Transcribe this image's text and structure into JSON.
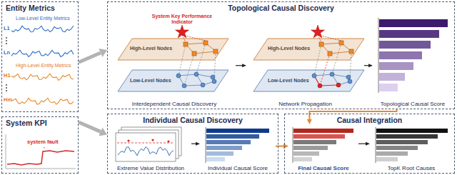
{
  "diagram": {
    "nodes": [
      {
        "text": [
          "Entity Metrics"
        ]
      },
      {
        "text": [
          "System KPI"
        ]
      },
      {
        "text": [
          "Topological Causal Discovery"
        ]
      },
      {
        "text": [
          "Interdependent Causal Discovery"
        ],
        "in": 2
      },
      {
        "text": [
          "Network Propagation"
        ],
        "in": 2
      },
      {
        "text": [
          "Topological Causal Score"
        ],
        "in": 2
      },
      {
        "text": [
          "Individual Causal Discovery"
        ]
      },
      {
        "text": [
          "Extreme Value Distribution"
        ],
        "in": 6
      },
      {
        "text": [
          "Individual Causal Score"
        ],
        "in": 6
      },
      {
        "text": [
          "Causal Integration"
        ]
      },
      {
        "text": [
          "Final Causal Score"
        ],
        "in": 9
      },
      {
        "text": [
          "TopK Root Causes"
        ],
        "in": 9
      }
    ],
    "edges": [
      {
        "from": 0,
        "to": 2,
        "arrow": "to"
      },
      {
        "from": 1,
        "to": 6,
        "arrow": "to"
      },
      {
        "from": 3,
        "to": 4,
        "arrow": "to"
      },
      {
        "from": 4,
        "to": 5,
        "arrow": "to"
      },
      {
        "from": 5,
        "to": 10,
        "arrow": "to"
      },
      {
        "from": 7,
        "to": 8,
        "arrow": "to"
      },
      {
        "from": 8,
        "to": 10,
        "arrow": "to"
      },
      {
        "from": 10,
        "to": 11,
        "arrow": "to"
      }
    ],
    "labels": [
      "Low-Level Entity Metrics",
      "L1",
      "Ln",
      "High-Level Entity Metrics",
      "H1",
      "Hm",
      "system fault",
      "System Key Performance Indicator",
      "High-Level Nodes",
      "Low-Level Nodes",
      "High-Level Nodes",
      "Low-Level Nodes"
    ]
  }
}
